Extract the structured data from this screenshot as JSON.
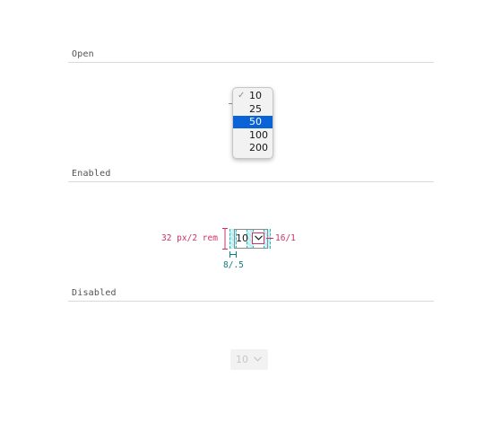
{
  "sections": {
    "open": {
      "title": "Open"
    },
    "enabled": {
      "title": "Enabled"
    },
    "disabled": {
      "title": "Disabled"
    }
  },
  "open_dropdown": {
    "options": [
      "10",
      "25",
      "50",
      "100",
      "200"
    ],
    "checked_option": "10",
    "highlighted_option": "50",
    "check_glyph": "✓"
  },
  "enabled_select": {
    "value": "10",
    "height_spec": "32 px/2 rem",
    "icon_spec": "16/1",
    "padding_spec": "8/.5"
  },
  "disabled_select": {
    "value": "10"
  },
  "colors": {
    "spec_magenta": "#d0306b",
    "spec_teal": "#127c80",
    "highlight_blue": "#0a63d6",
    "rule": "#d9d9d9"
  },
  "icons": {
    "chevron": "chevron-down-icon",
    "check": "checkmark-icon"
  }
}
